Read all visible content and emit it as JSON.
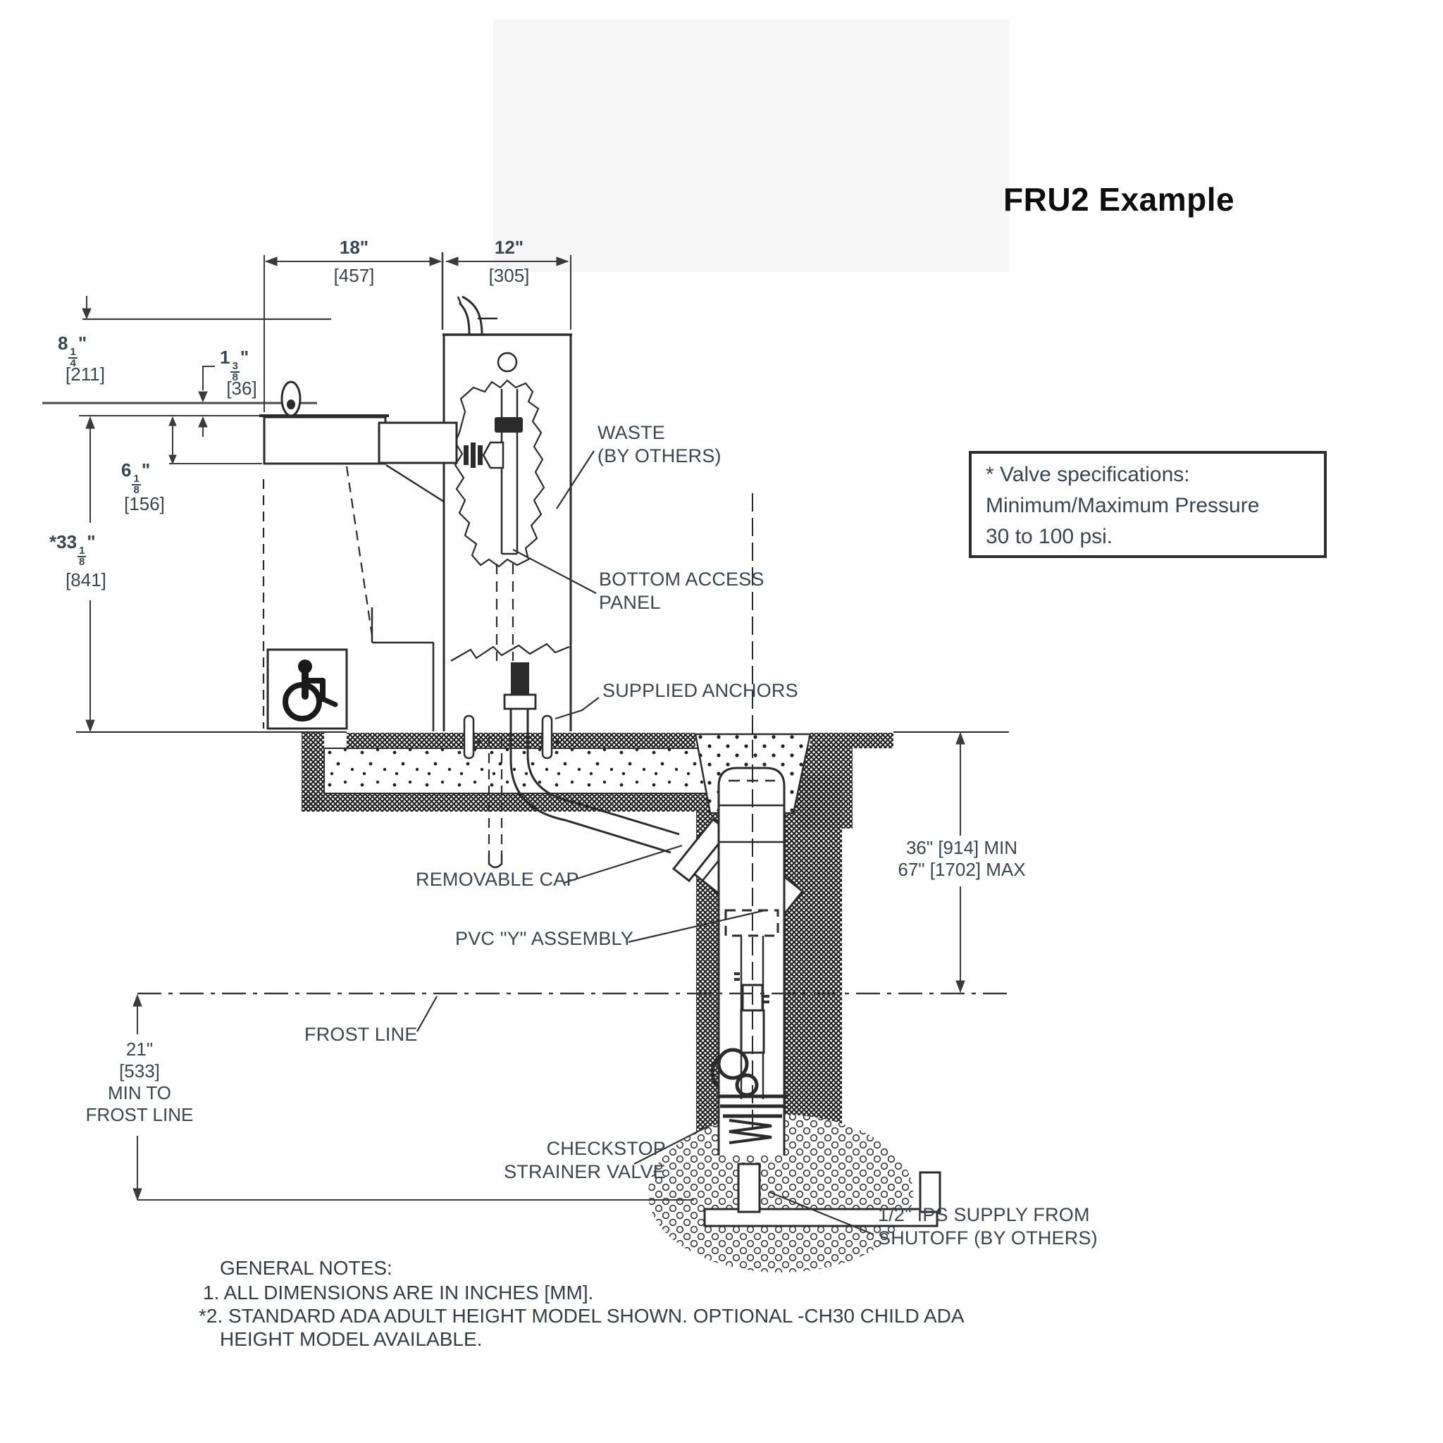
{
  "title": "FRU2 Example",
  "dims": {
    "w18": "18\"",
    "w18mm": "[457]",
    "w12": "12\"",
    "w12mm": "[305]",
    "d814": {
      "whole": "8",
      "num": "1",
      "den": "4",
      "unit": "\"",
      "mm": "[211]"
    },
    "d138": {
      "whole": "1",
      "num": "3",
      "den": "8",
      "unit": "\"",
      "mm": "[36]"
    },
    "d618": {
      "whole": "6",
      "num": "1",
      "den": "8",
      "unit": "\"",
      "mm": "[156]"
    },
    "d3318": {
      "whole": "*33",
      "num": "1",
      "den": "8",
      "unit": "\"",
      "mm": "[841]"
    },
    "bury1": "36\" [914] MIN",
    "bury2": "67\" [1702] MAX",
    "frost1": "21\"",
    "frost2": "[533]",
    "frost3": "MIN TO",
    "frost4": "FROST LINE"
  },
  "labels": {
    "waste1": "WASTE",
    "waste2": "(BY OTHERS)",
    "access1": "BOTTOM ACCESS",
    "access2": "PANEL",
    "anchors": "SUPPLIED ANCHORS",
    "removable_cap": "REMOVABLE CAP",
    "pvc_y": "PVC \"Y\" ASSEMBLY",
    "frost_line": "FROST LINE",
    "checkstop1": "CHECKSTOP",
    "checkstop2": "STRAINER VALVE",
    "ips1": "1/2\" IPS SUPPLY FROM",
    "ips2": "SHUTOFF (BY OTHERS)"
  },
  "valve": {
    "l1": "* Valve specifications:",
    "l2": "Minimum/Maximum Pressure",
    "l3": "30 to 100 psi."
  },
  "notes": {
    "heading": "GENERAL NOTES:",
    "n1": "1. ALL DIMENSIONS ARE IN INCHES [MM].",
    "n2": "*2. STANDARD ADA ADULT HEIGHT MODEL SHOWN. OPTIONAL -CH30 CHILD ADA",
    "n3": "HEIGHT MODEL AVAILABLE."
  },
  "colors": {
    "annotation": "#3b4450",
    "line": "#2b2b2b",
    "tint": "#f6f6f6"
  }
}
